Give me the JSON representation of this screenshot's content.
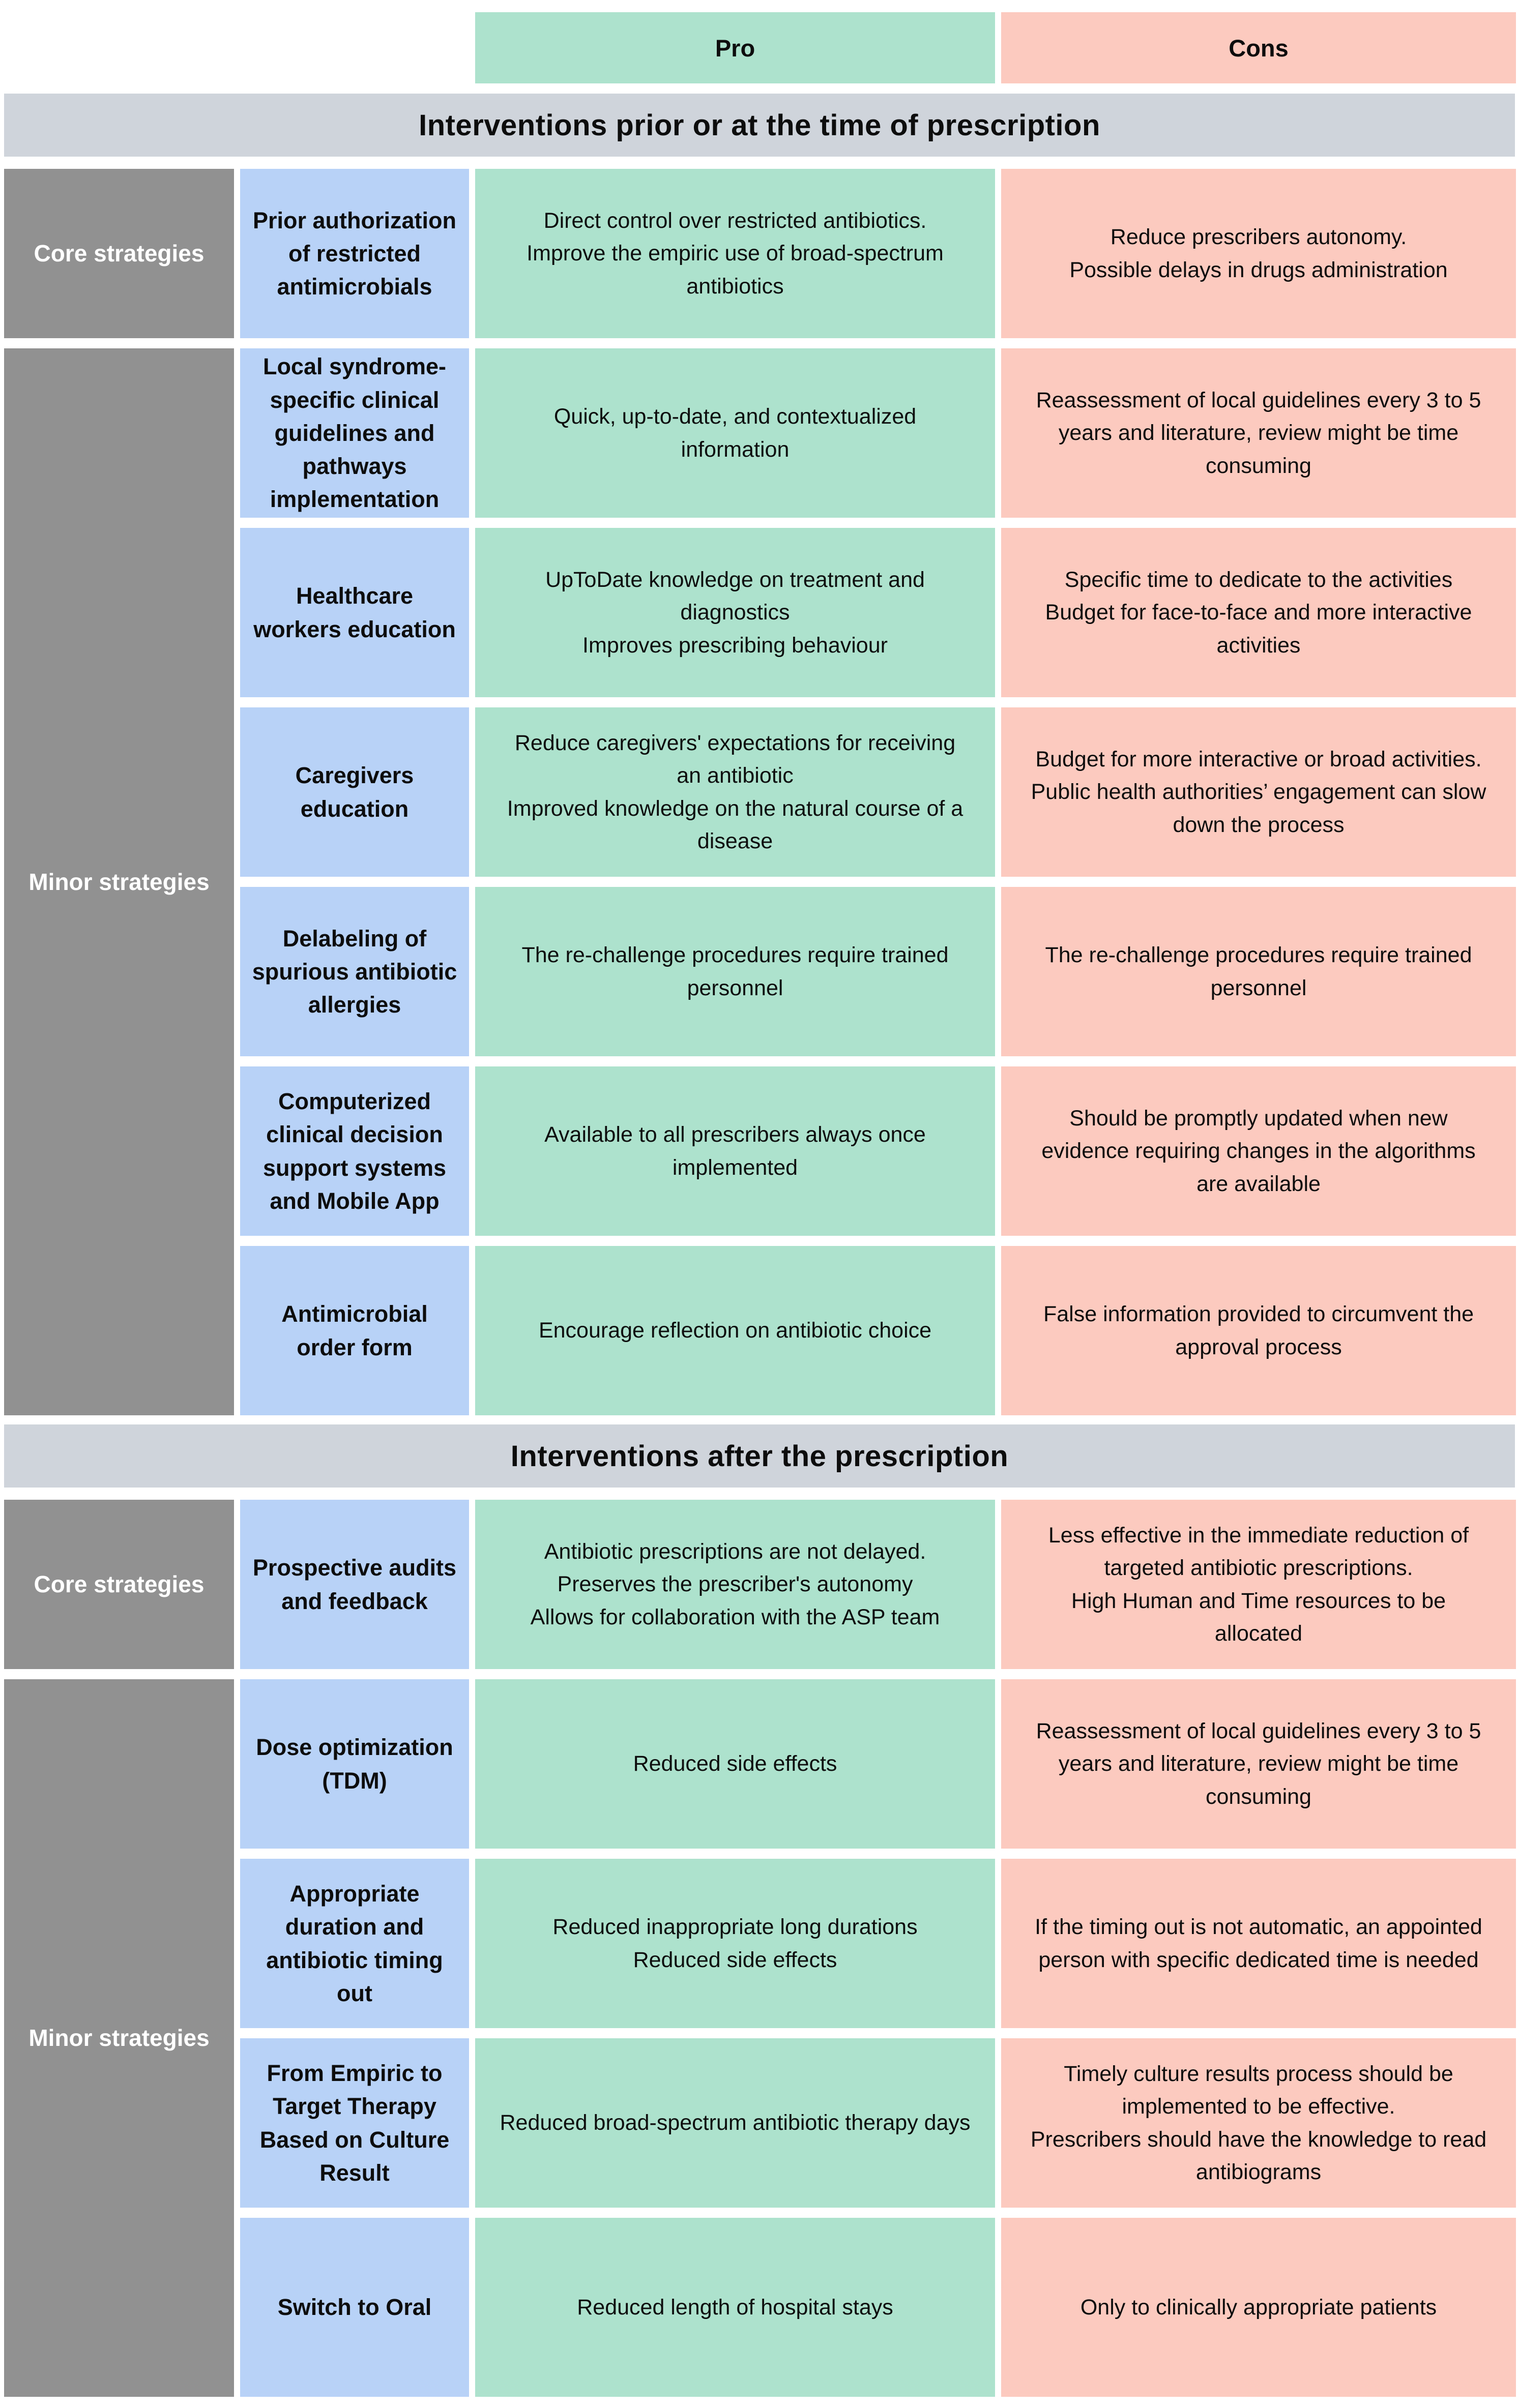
{
  "columns": {
    "pro": "Pro",
    "cons": "Cons"
  },
  "palette": {
    "pro_green": "#ade2cd",
    "cons_pink": "#fccabf",
    "strategy_blue": "#b8d2f7",
    "group_gray": "#919191",
    "section_band_gray": "#cfd4db",
    "text_dark": "#0d0d0d",
    "text_white": "#ffffff"
  },
  "sections": [
    {
      "title": "Interventions prior or at the time of prescription",
      "groups": [
        {
          "label": "Core strategies",
          "rows": [
            {
              "label": "Prior authorization of restricted antimicrobials",
              "pro": [
                "Direct control over restricted antibiotics.",
                "Improve the empiric use of broad-spectrum antibiotics"
              ],
              "cons": [
                "Reduce prescribers autonomy.",
                "Possible delays in drugs administration"
              ]
            }
          ]
        },
        {
          "label": "Minor strategies",
          "rows": [
            {
              "label": "Local syndrome-specific clinical guidelines and pathways implementation",
              "pro": "Quick, up-to-date, and contextualized information",
              "cons": "Reassessment of local guidelines every 3 to 5 years and literature, review might be time consuming"
            },
            {
              "label": "Healthcare workers education",
              "pro": [
                "UpToDate knowledge on treatment and diagnostics",
                "Improves prescribing behaviour"
              ],
              "cons": [
                "Specific time to dedicate to the activities",
                "Budget for face-to-face and more interactive activities"
              ]
            },
            {
              "label": "Caregivers education",
              "pro": [
                "Reduce caregivers' expectations for receiving an antibiotic",
                "Improved knowledge on the natural course of a disease"
              ],
              "cons": [
                "Budget for more interactive or broad activities.",
                "Public health authorities’ engagement can slow down the process"
              ]
            },
            {
              "label": "Delabeling of spurious antibiotic allergies",
              "pro": "The re-challenge procedures require trained personnel",
              "cons": "The re-challenge procedures require trained personnel"
            },
            {
              "label": "Computerized clinical decision support systems and Mobile App",
              "pro": "Available to all prescribers always once implemented",
              "cons": "Should be promptly updated when new evidence requiring changes in the algorithms are available"
            },
            {
              "label": "Antimicrobial order form",
              "pro": "Encourage reflection on antibiotic choice",
              "cons": "False information provided to circumvent the approval process"
            }
          ]
        }
      ]
    },
    {
      "title": "Interventions after the prescription",
      "groups": [
        {
          "label": "Core strategies",
          "rows": [
            {
              "label": "Prospective audits and feedback",
              "pro": [
                "Antibiotic prescriptions are not delayed.",
                "Preserves the prescriber's autonomy",
                "Allows for collaboration with the ASP team"
              ],
              "cons": [
                "Less effective in the immediate reduction of targeted antibiotic prescriptions.",
                "High Human and Time resources to be allocated"
              ]
            }
          ]
        },
        {
          "label": "Minor strategies",
          "rows": [
            {
              "label": "Dose optimization (TDM)",
              "pro": "Reduced side effects",
              "cons": "Reassessment of local guidelines every 3 to 5 years and literature, review might be time consuming"
            },
            {
              "label": "Appropriate duration and antibiotic timing out",
              "pro": [
                "Reduced inappropriate long durations",
                "Reduced side effects"
              ],
              "cons": "If the timing out is not automatic, an appointed person with specific dedicated time is needed"
            },
            {
              "label": "From Empiric to Target Therapy Based on Culture Result",
              "pro": "Reduced broad-spectrum antibiotic therapy days",
              "cons": [
                "Timely culture results process should be implemented to be effective.",
                "Prescribers should have the knowledge to read antibiograms"
              ]
            },
            {
              "label": "Switch to Oral",
              "pro": "Reduced length of hospital stays",
              "cons": "Only to clinically appropriate patients"
            }
          ]
        }
      ]
    }
  ]
}
